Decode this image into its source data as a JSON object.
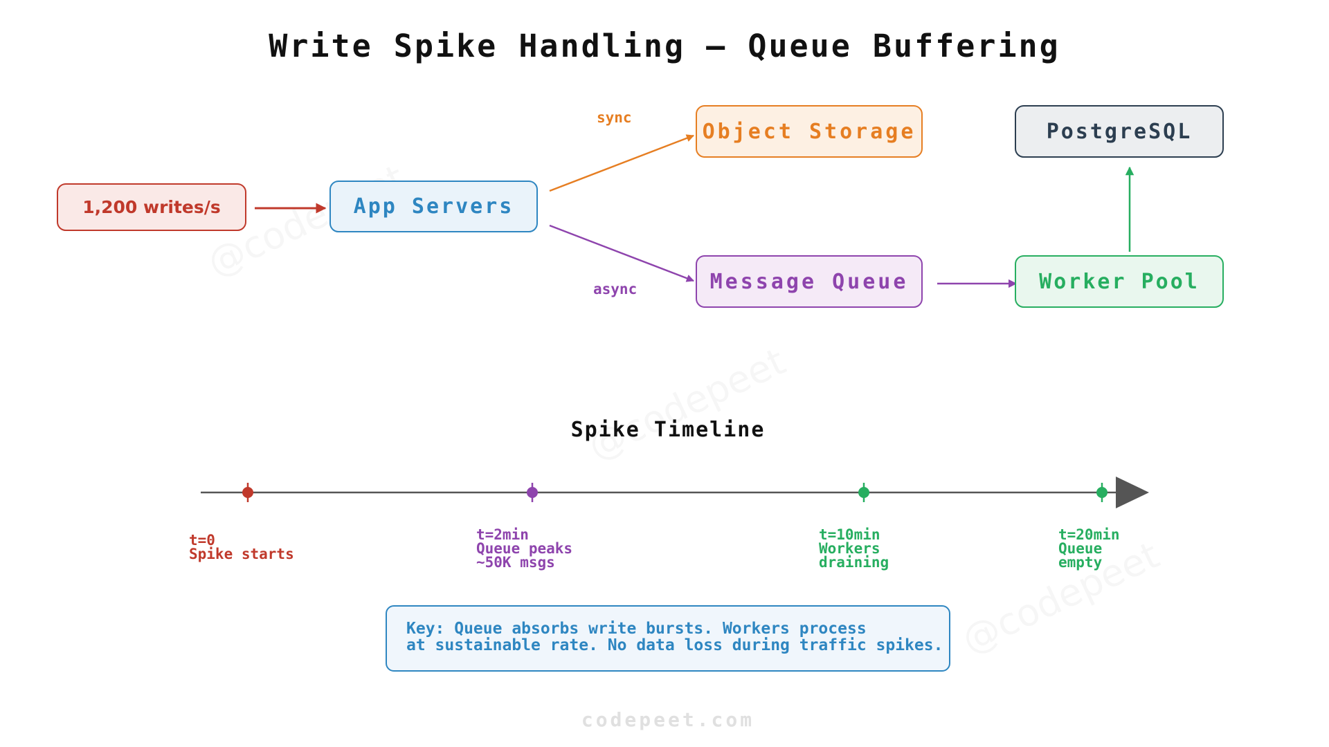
{
  "title": "Write Spike Handling — Queue Buffering",
  "nodes": {
    "source": "1,200 writes/s",
    "app_servers": "App Servers",
    "object_storage": "Object Storage",
    "postgresql": "PostgreSQL",
    "message_queue": "Message Queue",
    "worker_pool": "Worker Pool"
  },
  "edges": {
    "sync_label": "sync",
    "async_label": "async"
  },
  "timeline": {
    "title": "Spike Timeline",
    "events": [
      {
        "text": "t=0\nSpike starts",
        "color": "#c0392b"
      },
      {
        "text": "t=2min\nQueue peaks\n~50K msgs",
        "color": "#8e44ad"
      },
      {
        "text": "t=10min\nWorkers\ndraining",
        "color": "#27ae60"
      },
      {
        "text": "t=20min\nQueue\nempty",
        "color": "#27ae60"
      }
    ]
  },
  "key": "Key: Queue absorbs write bursts. Workers process\nat sustainable rate. No data loss during traffic spikes.",
  "footer": "codepeet.com",
  "watermark": "@codepeet",
  "colors": {
    "red": "#c0392b",
    "blue": "#2e86c1",
    "orange": "#e67e22",
    "purple": "#8e44ad",
    "green": "#27ae60",
    "dark": "#2c3e50",
    "axis": "#555555"
  }
}
